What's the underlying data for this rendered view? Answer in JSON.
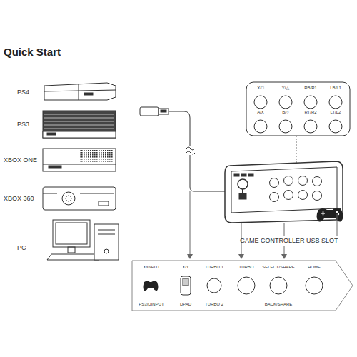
{
  "diagram": {
    "title": "Quick Start",
    "nodes": [
      {
        "text": [
          "X/□",
          "Y/△",
          "RB/R1",
          "LB/L1",
          "A/X",
          "B/○",
          "RT/R2",
          "LT/L2"
        ]
      },
      {
        "text": [
          "X/INPUT",
          "PS3/DINPUT",
          "X/Y",
          "DPAD",
          "TURBO 1",
          "TURBO 2",
          "TURBO",
          "SELECT/SHARE",
          "BACK/SHARE",
          "HOME"
        ]
      }
    ],
    "labels": [
      "PS4",
      "PS3",
      "XBOX ONE",
      "XBOX 360",
      "PC",
      "GAME CONTROLLER USB SLOT"
    ]
  }
}
